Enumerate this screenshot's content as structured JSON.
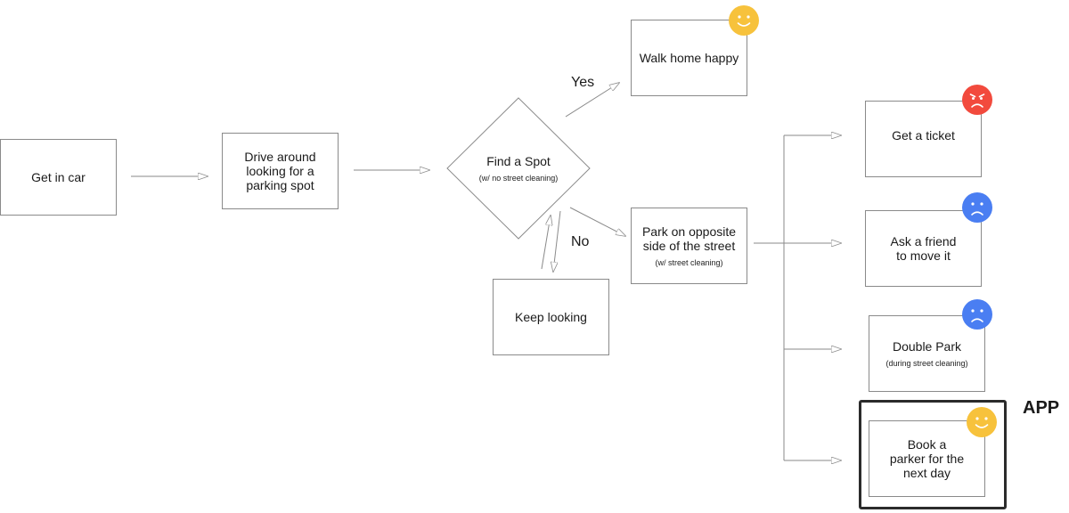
{
  "nodes": {
    "get_in_car": {
      "text": "Get in car"
    },
    "drive_around": {
      "text": "Drive around\nlooking for a\nparking spot"
    },
    "find_spot": {
      "text": "Find a Spot",
      "sub": "(w/ no street cleaning)"
    },
    "keep_looking": {
      "text": "Keep looking"
    },
    "walk_home": {
      "text": "Walk home happy"
    },
    "park_opposite": {
      "text": "Park on opposite\nside of the street",
      "sub": "(w/ street cleaning)"
    },
    "get_ticket": {
      "text": "Get a ticket"
    },
    "ask_friend": {
      "text": "Ask a friend\nto move it"
    },
    "double_park": {
      "text": "Double Park",
      "sub": "(during street cleaning)"
    },
    "book_parker": {
      "text": "Book a\nparker for the\nnext day"
    }
  },
  "edge_labels": {
    "yes": "Yes",
    "no": "No"
  },
  "app_label": "APP",
  "faces": {
    "walk_home": {
      "mood": "happy",
      "color": "#f7c23c"
    },
    "get_ticket": {
      "mood": "angry",
      "color": "#f24a3d"
    },
    "ask_friend": {
      "mood": "sad",
      "color": "#4a7ef2"
    },
    "double_park": {
      "mood": "sad",
      "color": "#4a7ef2"
    },
    "book_parker": {
      "mood": "happy",
      "color": "#f7c23c"
    }
  },
  "colors": {
    "line": "#8a8a8a",
    "border": "#8a8a8a",
    "app_frame": "#2b2b2b"
  }
}
